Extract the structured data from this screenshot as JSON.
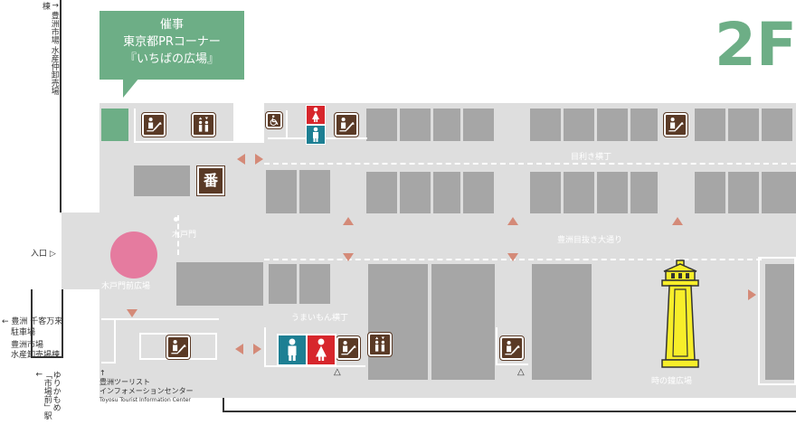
{
  "floor_label": "2F",
  "callout": {
    "line1": "催事",
    "line2": "東京都PRコーナー",
    "line3": "『いちばの広場』",
    "color": "#6dae86"
  },
  "side": {
    "top_vertical": "↑ 豊洲市場 水産仲卸売場棟",
    "entrance": "入口 ▷",
    "parking_line1": "← 豊洲 千客万来",
    "parking_line2": "駐車場",
    "wholesale_line1": "豊洲市場",
    "wholesale_line2": "水産卸売場棟",
    "station": "ゆりかもめ「市場前」駅 ↓"
  },
  "labels": {
    "mekiki": "目利き横丁",
    "kidomon": "木戸門",
    "toyosu_street": "豊洲目抜き大通り",
    "kidomon_plaza": "木戸門前広場",
    "umaimon": "うまいもん横丁",
    "tokinokane": "時の鐘広場",
    "info_arrow": "↑",
    "info_line1": "豊洲ツーリスト",
    "info_line2": "インフォメーションセンター",
    "info_line3": "Toyosu Tourist Information Center"
  },
  "icons": {
    "escalator": "escalator-icon",
    "elevator": "elevator-icon",
    "wheelchair": "wheelchair-icon",
    "restroom_women": "restroom-women-icon",
    "restroom_men": "restroom-men-icon",
    "koban": "koban-icon",
    "koban_char": "番"
  },
  "colors": {
    "floor": "#dedede",
    "building": "#a6a6a6",
    "accent_green": "#6dae86",
    "plaza_pink": "#e57b9f",
    "arrow": "#d48a78",
    "icon_brown": "#5a3a26",
    "women_red": "#d7262c",
    "men_teal": "#1d7f93",
    "tower_yellow": "#f7ee2a"
  }
}
